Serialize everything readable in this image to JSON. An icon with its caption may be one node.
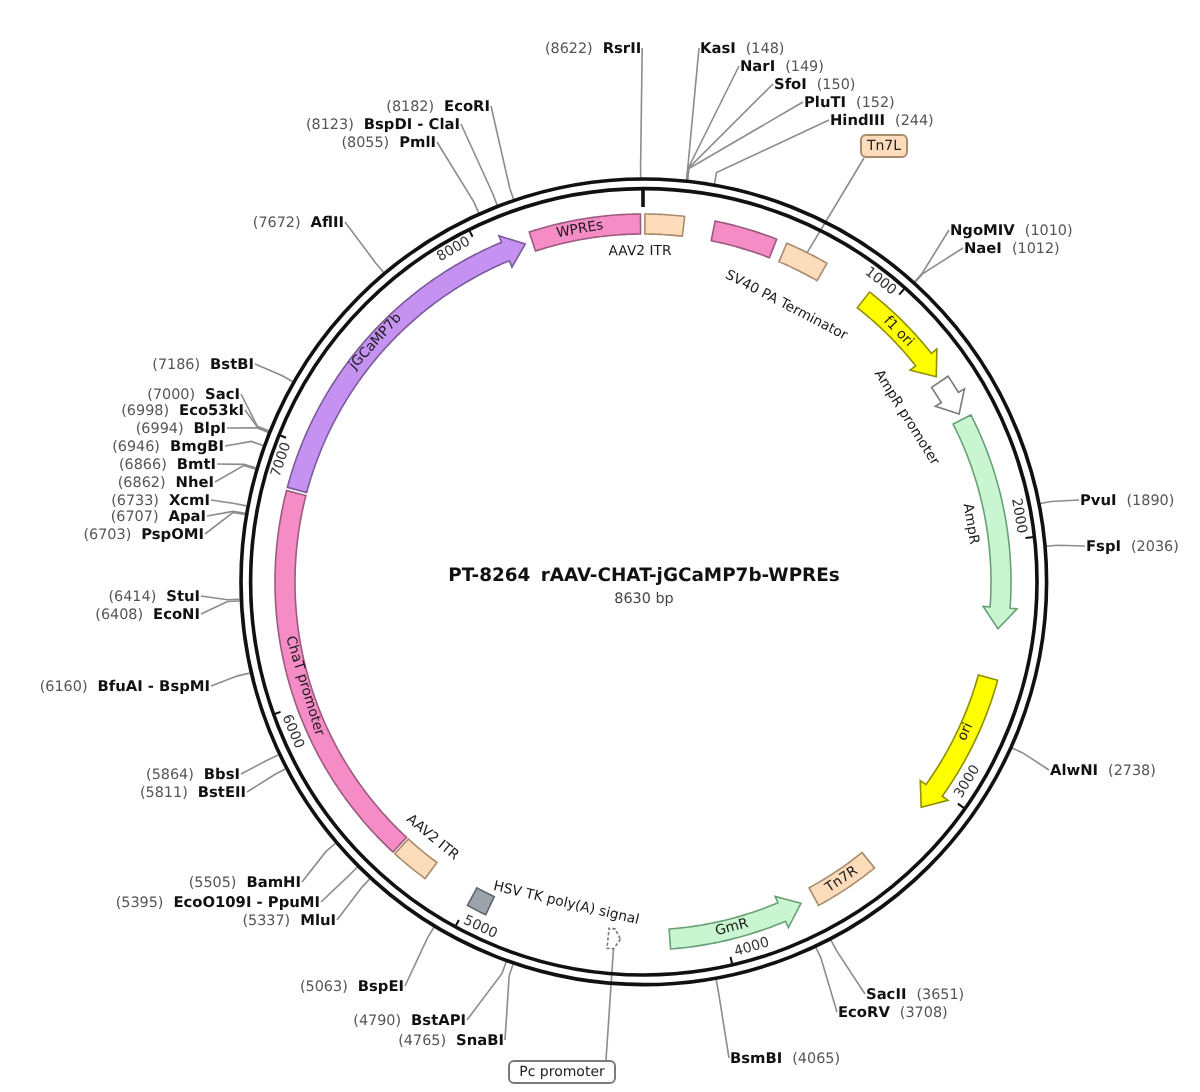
{
  "diagram": {
    "title": "PT-8264 rAAV-CHAT-jGCaMP7b-WPREs",
    "nodes": [
      {
        "text": [],
        "shape": "circle"
      },
      {
        "text": [
          "AAV2 ITR"
        ],
        "in": 0
      },
      {
        "text": [
          "SV40 PA Terminator"
        ],
        "in": 0
      },
      {
        "text": [
          "Tn7L"
        ]
      },
      {
        "text": [],
        "shape": "box",
        "in": 0
      },
      {
        "text": [
          "f1 ori"
        ],
        "in": 0
      },
      {
        "text": [
          "AmpR promoter"
        ],
        "in": 0
      },
      {
        "text": [
          "AmpR"
        ],
        "in": 0
      },
      {
        "text": [
          "ori"
        ],
        "in": 0
      },
      {
        "text": [
          "Tn7R"
        ],
        "in": 0
      },
      {
        "text": [
          "GmR"
        ],
        "in": 0
      },
      {
        "text": [],
        "shape": "arrow",
        "in": 0
      },
      {
        "text": [
          "Pc promoter"
        ]
      },
      {
        "text": [
          "HSV TK poly(A) signal"
        ],
        "in": 0
      },
      {
        "text": [
          "AAV2 ITR"
        ],
        "in": 0
      },
      {
        "text": [
          "ChaT promoter"
        ],
        "in": 0
      },
      {
        "text": [
          "jGCaMP7b"
        ],
        "in": 0
      },
      {
        "text": [
          "WPREs"
        ],
        "in": 0
      },
      {
        "text": [
          "KasI",
          "(148)"
        ]
      },
      {
        "text": [
          "NarI",
          "(149)"
        ]
      },
      {
        "text": [
          "SfoI",
          "(150)"
        ]
      },
      {
        "text": [
          "PluTI",
          "(152)"
        ]
      },
      {
        "text": [
          "HindIII",
          "(244)"
        ]
      },
      {
        "text": [
          "NgoMIV",
          "(1010)"
        ]
      },
      {
        "text": [
          "NaeI",
          "(1012)"
        ]
      },
      {
        "text": [
          "PvuI",
          "(1890)"
        ]
      },
      {
        "text": [
          "FspI",
          "(2036)"
        ]
      },
      {
        "text": [
          "AlwNI",
          "(2738)"
        ]
      },
      {
        "text": [
          "SacII",
          "(3651)"
        ]
      },
      {
        "text": [
          "EcoRV",
          "(3708)"
        ]
      },
      {
        "text": [
          "BsmBI",
          "(4065)"
        ]
      },
      {
        "text": [
          "(4765)",
          "SnaBI"
        ]
      },
      {
        "text": [
          "(4790)",
          "BstAPI"
        ]
      },
      {
        "text": [
          "(5063)",
          "BspEI"
        ]
      },
      {
        "text": [
          "(5337)",
          "MluI"
        ]
      },
      {
        "text": [
          "(5395)",
          "EcoO109I - PpuMI"
        ]
      },
      {
        "text": [
          "(5505)",
          "BamHI"
        ]
      },
      {
        "text": [
          "(5811)",
          "BstEII"
        ]
      },
      {
        "text": [
          "(5864)",
          "BbsI"
        ]
      },
      {
        "text": [
          "(6160)",
          "BfuAI - BspMI"
        ]
      },
      {
        "text": [
          "(6408)",
          "EcoNI"
        ]
      },
      {
        "text": [
          "(6414)",
          "StuI"
        ]
      },
      {
        "text": [
          "(6703)",
          "PspOMI"
        ]
      },
      {
        "text": [
          "(6707)",
          "ApaI"
        ]
      },
      {
        "text": [
          "(6733)",
          "XcmI"
        ]
      },
      {
        "text": [
          "(6862)",
          "NheI"
        ]
      },
      {
        "text": [
          "(6866)",
          "BmtI"
        ]
      },
      {
        "text": [
          "(6946)",
          "BmgBI"
        ]
      },
      {
        "text": [
          "(6994)",
          "BlpI"
        ]
      },
      {
        "text": [
          "(6998)",
          "Eco53kI"
        ]
      },
      {
        "text": [
          "(7000)",
          "SacI"
        ]
      },
      {
        "text": [
          "(7186)",
          "BstBI"
        ]
      },
      {
        "text": [
          "(7672)",
          "AflII"
        ]
      },
      {
        "text": [
          "(8055)",
          "PmlI"
        ]
      },
      {
        "text": [
          "(8123)",
          "BspDI - ClaI"
        ]
      },
      {
        "text": [
          "(8182)",
          "EcoRI"
        ]
      },
      {
        "text": [
          "(8622)",
          "RsrII"
        ]
      }
    ],
    "edges": [
      {
        "from": 3,
        "to": 4,
        "arrow": "none"
      },
      {
        "from": 12,
        "to": 11,
        "arrow": "none"
      },
      {
        "from": 18,
        "to": 0,
        "arrow": "none"
      },
      {
        "from": 19,
        "to": 0,
        "arrow": "none"
      },
      {
        "from": 20,
        "to": 0,
        "arrow": "none"
      },
      {
        "from": 21,
        "to": 0,
        "arrow": "none"
      },
      {
        "from": 22,
        "to": 0,
        "arrow": "none"
      },
      {
        "from": 23,
        "to": 0,
        "arrow": "none"
      },
      {
        "from": 24,
        "to": 0,
        "arrow": "none"
      },
      {
        "from": 25,
        "to": 0,
        "arrow": "none"
      },
      {
        "from": 26,
        "to": 0,
        "arrow": "none"
      },
      {
        "from": 27,
        "to": 0,
        "arrow": "none"
      },
      {
        "from": 28,
        "to": 0,
        "arrow": "none"
      },
      {
        "from": 29,
        "to": 0,
        "arrow": "none"
      },
      {
        "from": 30,
        "to": 0,
        "arrow": "none"
      },
      {
        "from": 31,
        "to": 0,
        "arrow": "none"
      },
      {
        "from": 32,
        "to": 0,
        "arrow": "none"
      },
      {
        "from": 33,
        "to": 0,
        "arrow": "none"
      },
      {
        "from": 34,
        "to": 0,
        "arrow": "none"
      },
      {
        "from": 35,
        "to": 0,
        "arrow": "none"
      },
      {
        "from": 36,
        "to": 0,
        "arrow": "none"
      },
      {
        "from": 37,
        "to": 0,
        "arrow": "none"
      },
      {
        "from": 38,
        "to": 0,
        "arrow": "none"
      },
      {
        "from": 39,
        "to": 0,
        "arrow": "none"
      },
      {
        "from": 40,
        "to": 0,
        "arrow": "none"
      },
      {
        "from": 41,
        "to": 0,
        "arrow": "none"
      },
      {
        "from": 42,
        "to": 0,
        "arrow": "none"
      },
      {
        "from": 43,
        "to": 0,
        "arrow": "none"
      },
      {
        "from": 44,
        "to": 0,
        "arrow": "none"
      },
      {
        "from": 45,
        "to": 0,
        "arrow": "none"
      },
      {
        "from": 46,
        "to": 0,
        "arrow": "none"
      },
      {
        "from": 47,
        "to": 0,
        "arrow": "none"
      },
      {
        "from": 48,
        "to": 0,
        "arrow": "none"
      },
      {
        "from": 49,
        "to": 0,
        "arrow": "none"
      },
      {
        "from": 50,
        "to": 0,
        "arrow": "none"
      },
      {
        "from": 51,
        "to": 0,
        "arrow": "none"
      },
      {
        "from": 52,
        "to": 0,
        "arrow": "none"
      },
      {
        "from": 53,
        "to": 0,
        "arrow": "none"
      },
      {
        "from": 54,
        "to": 0,
        "arrow": "none"
      },
      {
        "from": 55,
        "to": 0,
        "arrow": "none"
      },
      {
        "from": 56,
        "to": 0,
        "arrow": "none"
      }
    ],
    "labels": [
      "8630 bp",
      "1000",
      "2000",
      "3000",
      "4000",
      "5000",
      "6000",
      "7000",
      "8000"
    ]
  }
}
